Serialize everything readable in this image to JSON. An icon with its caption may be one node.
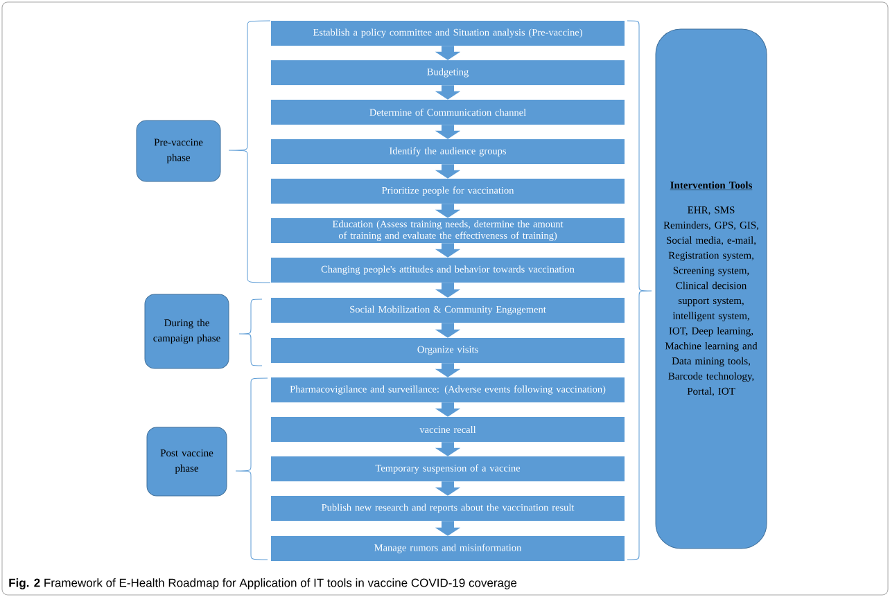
{
  "diagram": {
    "caption": "**Fig. 2** Framework of E-Health Roadmap for Application of IT tools in vaccine COVID-19 coverage",
    "nodes": [
      {
        "text": [
          "Pre-vaccine phase"
        ]
      },
      {
        "text": [
          "During the campaign phase"
        ]
      },
      {
        "text": [
          "Post vaccine phase"
        ]
      },
      {
        "text": [
          "Establish a policy committee and Situation analysis (Pre-vaccine)"
        ]
      },
      {
        "text": [
          "Budgeting"
        ]
      },
      {
        "text": [
          "Determine of Communication channel"
        ]
      },
      {
        "text": [
          "Identify the audience groups"
        ]
      },
      {
        "text": [
          "Prioritize people for vaccination"
        ]
      },
      {
        "text": [
          "Education (Assess training needs, determine the amount of training and evaluate the effectiveness of training)"
        ]
      },
      {
        "text": [
          "Changing people's attitudes and behavior towards vaccination"
        ]
      },
      {
        "text": [
          "Social Mobilization & Community Engagement"
        ]
      },
      {
        "text": [
          "Organize visits"
        ]
      },
      {
        "text": [
          "Pharmacovigilance and surveillance: (Adverse events following vaccination)"
        ]
      },
      {
        "text": [
          "vaccine recall"
        ]
      },
      {
        "text": [
          "Temporary suspension of a vaccine"
        ]
      },
      {
        "text": [
          "Publish new research and reports about the vaccination result"
        ]
      },
      {
        "text": [
          "Manage rumors and misinformation"
        ]
      },
      {
        "text": [
          "Intervention Tools",
          "EHR, SMS Reminders, GPS, GIS, Social media, e-mail, Registration system, Screening system, Clinical decision support system, intelligent system, IOT, Deep learning, Machine learning and Data mining tools, Barcode technology, Portal, IOT"
        ]
      }
    ],
    "edges": [
      {
        "from": 3,
        "to": 4,
        "arrow": "to"
      },
      {
        "from": 4,
        "to": 5,
        "arrow": "to"
      },
      {
        "from": 5,
        "to": 6,
        "arrow": "to"
      },
      {
        "from": 6,
        "to": 7,
        "arrow": "to"
      },
      {
        "from": 7,
        "to": 8,
        "arrow": "to"
      },
      {
        "from": 8,
        "to": 9,
        "arrow": "to"
      },
      {
        "from": 9,
        "to": 10,
        "arrow": "to"
      },
      {
        "from": 10,
        "to": 11,
        "arrow": "to"
      },
      {
        "from": 11,
        "to": 12,
        "arrow": "to"
      },
      {
        "from": 12,
        "to": 13,
        "arrow": "to"
      },
      {
        "from": 13,
        "to": 14,
        "arrow": "to"
      },
      {
        "from": 14,
        "to": 15,
        "arrow": "to"
      },
      {
        "from": 15,
        "to": 16,
        "arrow": "to"
      }
    ]
  }
}
